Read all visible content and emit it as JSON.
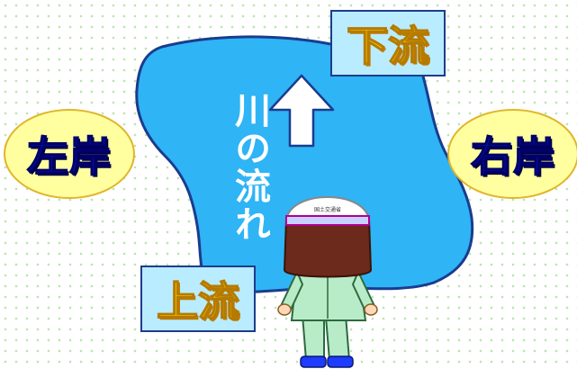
{
  "labels": {
    "left_bank": "左岸",
    "right_bank": "右岸",
    "downstream": "下流",
    "upstream": "上流",
    "river_flow": "川の流れ",
    "helmet_text": "国土交通省"
  },
  "colors": {
    "river": "#2fb4f5",
    "river_outline": "#1a3c8e",
    "bank_oval_fill": "#ffffa0",
    "bank_text": "#0a18c8",
    "flow_box_fill": "#b9ecff",
    "flow_text": "#ffd700",
    "arrow": "#ffffff",
    "background_dots": "#b9e3b0"
  },
  "icons": {
    "arrow": "up-arrow-icon",
    "person": "worker-with-helmet-icon"
  }
}
